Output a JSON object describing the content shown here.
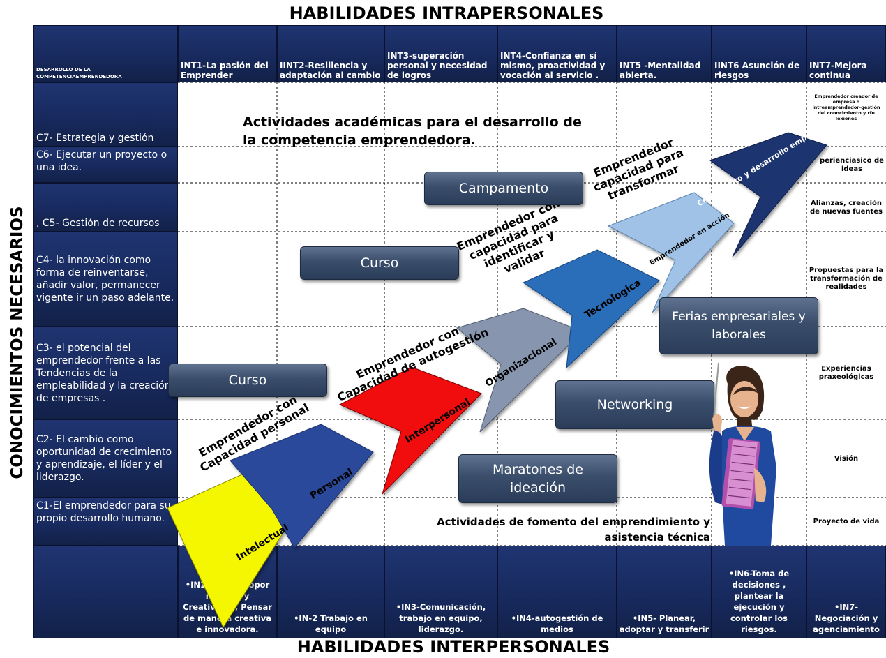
{
  "top_title": "HABILIDADES INTRAPERSONALES",
  "bottom_title": "HABILIDADES INTERPERSONALES",
  "left_title": "CONOCIMIENTOS NECESARIOS",
  "corner_label": "DESARROLLO DE LA COMPETENCIAEMPRENDEDORA",
  "headers": [
    "INT1-La pasión del Emprender",
    "IINT2-Resiliencia y adaptación al cambio",
    "INT3-superación personal y necesidad de logros",
    "INT4-Confianza en sí mismo, proactividad y vocación al servicio .",
    "INT5 -Mentalidad abierta.",
    "IINT6 Asunción de riesgos",
    "INT7-Mejora continua"
  ],
  "rows": [
    "C7- Estrategia y gestión",
    "C6- Ejecutar un proyecto o una idea.",
    ", C5- Gestión de recursos",
    "C4- la innovación como forma de reinventarse, añadir valor, permanecer vigente ir un paso adelante.",
    "C3- el potencial del emprendedor frente a las Tendencias de la empleabilidad y la creación de empresas .",
    "C2- El cambio como oportunidad de crecimiento y aprendizaje, el líder y el liderazgo.",
    "C1-El emprendedor para su propio desarrollo humano."
  ],
  "right_cells": [
    "Emprendedor creador de empresa o intreemprendedor-gestión del conocimiento y rfe lexiones",
    "perienciasico de ideas",
    "Alianzas, creación de nuevas fuentes",
    "Propuestas para la transformación de realidades",
    "Experiencias praxeológicas",
    "Visión",
    "Proyecto de vida"
  ],
  "bottom_cells": [
    "•IN1-O    ación, opor  nidades y Creatividad, Pensar de manera creativa e innovadora.",
    "•IN-2 Trabajo en equipo",
    "•IN3-Comunicación, trabajo en equipo, liderazgo.",
    "•IN4-autogestión de medios",
    "•IN5- Planear, adoptar y transferir",
    "•IN6-Toma de decisiones , plantear la ejecución y controlar los riesgos.",
    "•IN7-Negociación y agenciamiento"
  ],
  "heading_top": "Actividades académicas para el desarrollo de la competencia emprendedora.",
  "heading_bottom": "Actividades de fomento del emprendimiento y asistencia técnica",
  "buttons": {
    "campamento": "Campamento",
    "curso_top": "Curso",
    "curso_left": "Curso",
    "ferias": "Ferias empresariales y laborales",
    "networking": "Networking",
    "maratones": "Maratones de ideación"
  },
  "chevrons": [
    "Intelectual",
    "Personal",
    "Interpersonal",
    "Organizacional",
    "Tecnologica",
    "Emprendedor en acción",
    "Crecimiento y desarrollo empresarial"
  ],
  "stage_labels": {
    "personal_1": "Emprendedor con",
    "personal_2": "Capacidad personal",
    "autogestion_1": "Emprendedor con",
    "autogestion_2": "Capacidad de autogestión",
    "validar_1": "Emprendedor con",
    "validar_2": "capacidad para",
    "validar_3": "identificar y",
    "validar_4": "validar",
    "transformar_1": "Emprendedor",
    "transformar_2": "capacidad para",
    "transformar_3": "transformar"
  },
  "colors": {
    "navy": "#1a2c62",
    "yellow": "#f5f700",
    "blue": "#2c4a9a",
    "red": "#f10c0c",
    "slate": "#8796ae",
    "medium_blue": "#2a6db8",
    "light_blue": "#9fc2e6",
    "dark_navy": "#1e3470"
  }
}
